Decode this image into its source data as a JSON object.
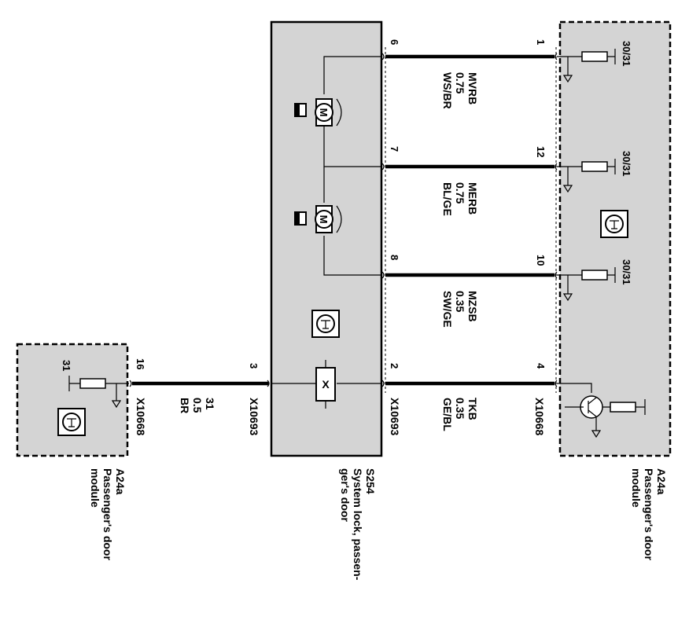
{
  "right_module": {
    "id": "A24a",
    "name_line1": "Passenger's door",
    "name_line2": "module",
    "connector": "X10668"
  },
  "left_module": {
    "id": "A24a",
    "name_line1": "Passenger's door",
    "name_line2": "module",
    "connector": "X10668"
  },
  "center_component": {
    "id": "S254",
    "name_line1": "System lock, passen-",
    "name_line2": "ger's door",
    "connector": "X10693"
  },
  "pins": {
    "right": [
      "1",
      "12",
      "10",
      "4"
    ],
    "center_right": [
      "6",
      "7",
      "8",
      "2"
    ],
    "center_left": "3",
    "left": "16"
  },
  "resistor_labels": [
    "30/31",
    "30/31",
    "30/31"
  ],
  "ground_label": "31",
  "motor_label": "M",
  "switch_label": "X",
  "wires": [
    {
      "name": "MVRB",
      "gauge": "0.75",
      "color": "WS/BR"
    },
    {
      "name": "MERB",
      "gauge": "0.75",
      "color": "BL/GE"
    },
    {
      "name": "MZSB",
      "gauge": "0.35",
      "color": "SW/GE"
    },
    {
      "name": "TKB",
      "gauge": "0.35",
      "color": "GE/BL"
    },
    {
      "name": "31",
      "gauge": "0.5",
      "color": "BR"
    }
  ]
}
